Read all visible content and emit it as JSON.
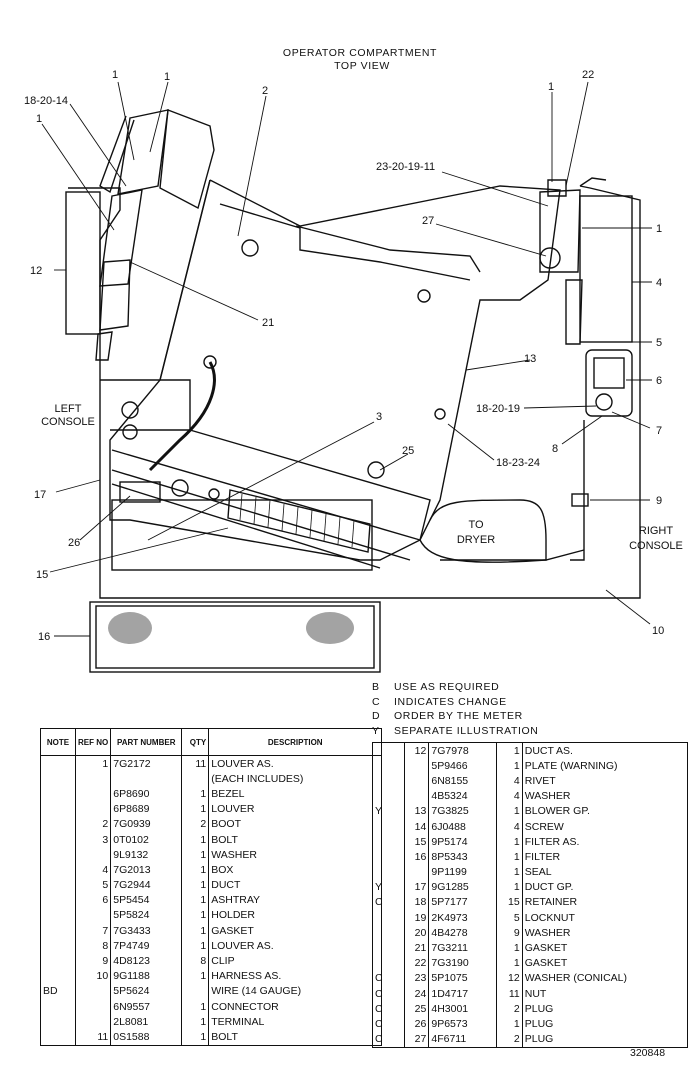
{
  "diagram": {
    "title_line1": "OPERATOR COMPARTMENT",
    "title_line2": "TOP VIEW",
    "left_console_line1": "LEFT",
    "left_console_line2": "CONSOLE",
    "right_console_line1": "RIGHT",
    "right_console_line2": "CONSOLE",
    "to_dryer_line1": "TO",
    "to_dryer_line2": "DRYER",
    "callouts": [
      "1",
      "1",
      "18-20-14",
      "1",
      "2",
      "1",
      "22",
      "23-20-19-11",
      "27",
      "1",
      "4",
      "12",
      "21",
      "5",
      "13",
      "6",
      "18-20-19",
      "7",
      "LEFT",
      "3",
      "8",
      "18-23-24",
      "25",
      "17",
      "9",
      "26",
      "15",
      "16",
      "10"
    ]
  },
  "legend": [
    {
      "key": "B",
      "text": "USE AS REQUIRED"
    },
    {
      "key": "C",
      "text": "INDICATES CHANGE"
    },
    {
      "key": "D",
      "text": "ORDER BY THE METER"
    },
    {
      "key": "Y",
      "text": "SEPARATE ILLUSTRATION"
    }
  ],
  "table_headers": {
    "note": "NOTE",
    "ref": "REF NO",
    "part": "PART NUMBER",
    "qty": "QTY",
    "desc": "DESCRIPTION"
  },
  "parts_left": [
    {
      "note": "",
      "ref": "1",
      "part": "7G2172",
      "qty": "11",
      "desc": "LOUVER AS."
    },
    {
      "note": "",
      "ref": "",
      "part": "",
      "qty": "",
      "desc": "(EACH INCLUDES)"
    },
    {
      "note": "",
      "ref": "",
      "part": "6P8690",
      "qty": "1",
      "desc": "BEZEL"
    },
    {
      "note": "",
      "ref": "",
      "part": "6P8689",
      "qty": "1",
      "desc": "LOUVER"
    },
    {
      "note": "",
      "ref": "2",
      "part": "7G0939",
      "qty": "2",
      "desc": "BOOT"
    },
    {
      "note": "",
      "ref": "3",
      "part": "0T0102",
      "qty": "1",
      "desc": "BOLT"
    },
    {
      "note": "",
      "ref": "",
      "part": "9L9132",
      "qty": "1",
      "desc": "WASHER"
    },
    {
      "note": "",
      "ref": "4",
      "part": "7G2013",
      "qty": "1",
      "desc": "BOX"
    },
    {
      "note": "",
      "ref": "5",
      "part": "7G2944",
      "qty": "1",
      "desc": "DUCT"
    },
    {
      "note": "",
      "ref": "6",
      "part": "5P5454",
      "qty": "1",
      "desc": "ASHTRAY"
    },
    {
      "note": "",
      "ref": "",
      "part": "5P5824",
      "qty": "1",
      "desc": "HOLDER"
    },
    {
      "note": "",
      "ref": "7",
      "part": "7G3433",
      "qty": "1",
      "desc": "GASKET"
    },
    {
      "note": "",
      "ref": "8",
      "part": "7P4749",
      "qty": "1",
      "desc": "LOUVER AS."
    },
    {
      "note": "",
      "ref": "9",
      "part": "4D8123",
      "qty": "8",
      "desc": "CLIP"
    },
    {
      "note": "",
      "ref": "10",
      "part": "9G1188",
      "qty": "1",
      "desc": "HARNESS AS."
    },
    {
      "note": "BD",
      "ref": "",
      "part": "5P5624",
      "qty": "",
      "desc": "WIRE (14 GAUGE)"
    },
    {
      "note": "",
      "ref": "",
      "part": "6N9557",
      "qty": "1",
      "desc": "CONNECTOR"
    },
    {
      "note": "",
      "ref": "",
      "part": "2L8081",
      "qty": "1",
      "desc": "TERMINAL"
    },
    {
      "note": "",
      "ref": "11",
      "part": "0S1588",
      "qty": "1",
      "desc": "BOLT"
    }
  ],
  "parts_right": [
    {
      "note": "",
      "ref": "12",
      "part": "7G7978",
      "qty": "1",
      "desc": "DUCT AS."
    },
    {
      "note": "",
      "ref": "",
      "part": "5P9466",
      "qty": "1",
      "desc": "PLATE (WARNING)"
    },
    {
      "note": "",
      "ref": "",
      "part": "6N8155",
      "qty": "4",
      "desc": "RIVET"
    },
    {
      "note": "",
      "ref": "",
      "part": "4B5324",
      "qty": "4",
      "desc": "WASHER"
    },
    {
      "note": "Y",
      "ref": "13",
      "part": "7G3825",
      "qty": "1",
      "desc": "BLOWER GP."
    },
    {
      "note": "",
      "ref": "14",
      "part": "6J0488",
      "qty": "4",
      "desc": "SCREW"
    },
    {
      "note": "",
      "ref": "15",
      "part": "9P5174",
      "qty": "1",
      "desc": "FILTER AS."
    },
    {
      "note": "",
      "ref": "16",
      "part": "8P5343",
      "qty": "1",
      "desc": "FILTER"
    },
    {
      "note": "",
      "ref": "",
      "part": "9P1199",
      "qty": "1",
      "desc": "SEAL"
    },
    {
      "note": "Y",
      "ref": "17",
      "part": "9G1285",
      "qty": "1",
      "desc": "DUCT GP."
    },
    {
      "note": "C",
      "ref": "18",
      "part": "5P7177",
      "qty": "15",
      "desc": "RETAINER"
    },
    {
      "note": "",
      "ref": "19",
      "part": "2K4973",
      "qty": "5",
      "desc": "LOCKNUT"
    },
    {
      "note": "",
      "ref": "20",
      "part": "4B4278",
      "qty": "9",
      "desc": "WASHER"
    },
    {
      "note": "",
      "ref": "21",
      "part": "7G3211",
      "qty": "1",
      "desc": "GASKET"
    },
    {
      "note": "",
      "ref": "22",
      "part": "7G3190",
      "qty": "1",
      "desc": "GASKET"
    },
    {
      "note": "C",
      "ref": "23",
      "part": "5P1075",
      "qty": "12",
      "desc": "WASHER (CONICAL)"
    },
    {
      "note": "C",
      "ref": "24",
      "part": "1D4717",
      "qty": "11",
      "desc": "NUT"
    },
    {
      "note": "C",
      "ref": "25",
      "part": "4H3001",
      "qty": "2",
      "desc": "PLUG"
    },
    {
      "note": "C",
      "ref": "26",
      "part": "9P6573",
      "qty": "1",
      "desc": "PLUG"
    },
    {
      "note": "C",
      "ref": "27",
      "part": "4F6711",
      "qty": "2",
      "desc": "PLUG"
    }
  ],
  "illustration_number": "320848"
}
